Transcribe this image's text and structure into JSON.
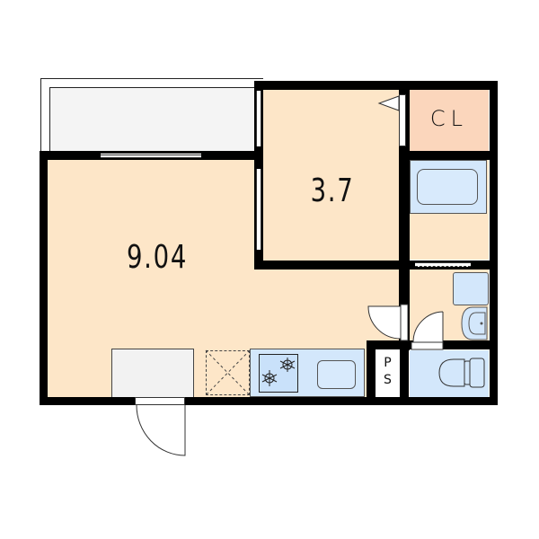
{
  "floorplan": {
    "rooms": [
      {
        "id": "western-room",
        "label": "9.04",
        "unit": "jo"
      },
      {
        "id": "bedroom",
        "label": "3.7",
        "unit": "jo"
      },
      {
        "id": "closet",
        "label": "CL"
      },
      {
        "id": "pipe-space",
        "label_top": "P",
        "label_bottom": "S"
      }
    ],
    "fixtures": [
      "balcony",
      "bathtub",
      "washbasin",
      "washing-machine-space",
      "toilet",
      "kitchen-counter",
      "gas-stove",
      "sink",
      "refrigerator-space",
      "shoe-cabinet",
      "entrance-door"
    ],
    "colors": {
      "room_floor": "#fde6c8",
      "closet_floor": "#fbd6bc",
      "wet_area": "#d3e7fb",
      "balcony": "#f4f4f4",
      "wall": "#000000"
    }
  }
}
